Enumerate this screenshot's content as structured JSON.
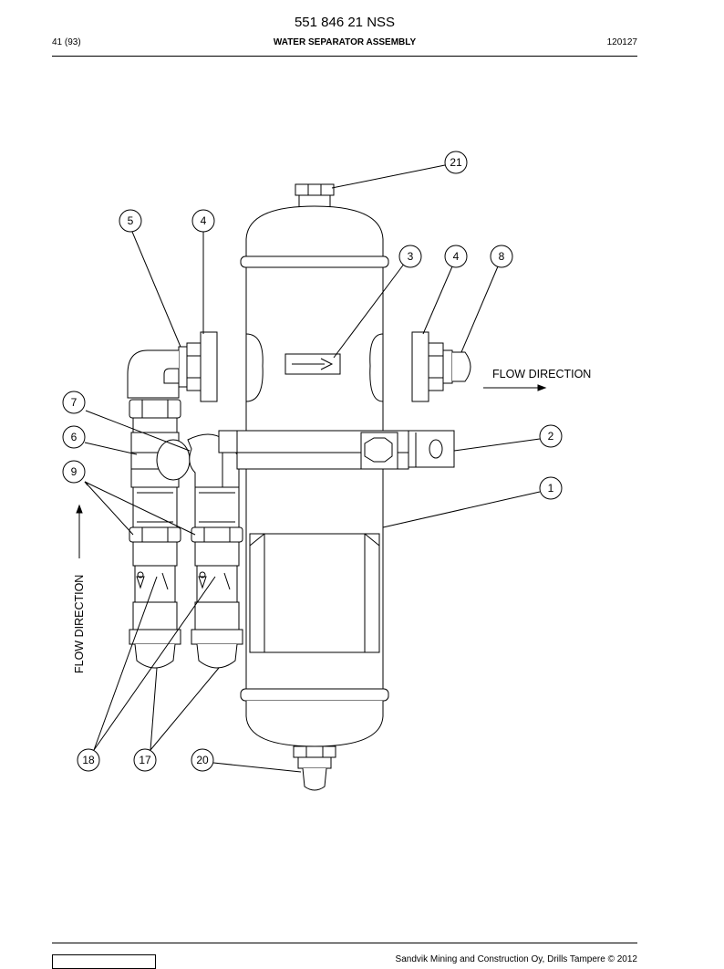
{
  "header": {
    "document_number": "551 846 21 NSS",
    "page": "41 (93)",
    "title": "WATER SEPARATOR ASSEMBLY",
    "date_code": "120127"
  },
  "drawing": {
    "flow_direction_right": "FLOW DIRECTION",
    "flow_direction_up": "FLOW DIRECTION",
    "callouts": {
      "c21": "21",
      "c5": "5",
      "c4a": "4",
      "c3": "3",
      "c4b": "4",
      "c8": "8",
      "c7": "7",
      "c6": "6",
      "c2": "2",
      "c9": "9",
      "c1": "1",
      "c18": "18",
      "c17": "17",
      "c20": "20"
    }
  },
  "footer": {
    "copyright": "Sandvik Mining and Construction Oy, Drills Tampere © 2012"
  }
}
